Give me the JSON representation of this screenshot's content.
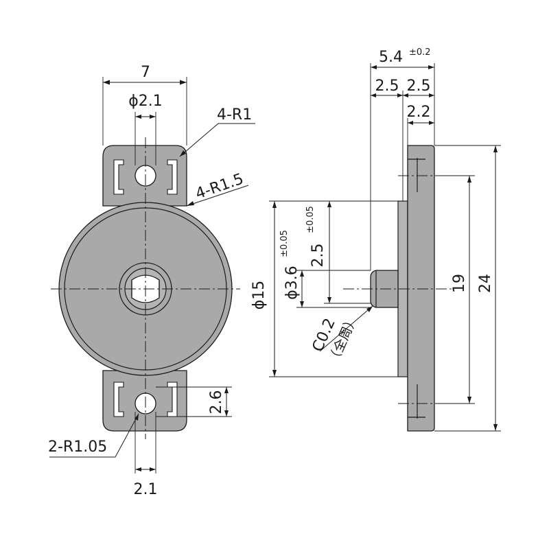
{
  "front_view": {
    "width_label": "7",
    "hole_diameter_label": "ϕ2.1",
    "corner_radius_label": "4-R1",
    "shoulder_radius_label": "4-R1.5",
    "slot_radius_label": "2-R1.05",
    "slot_width_label": "2.1",
    "slot_height_label": "2.6"
  },
  "side_view": {
    "total_thickness_label": "5.4",
    "total_thickness_tolerance": "±0.2",
    "boss_length_label": "2.5",
    "base_length_label": "2.5",
    "flange_thickness_label": "2.2",
    "disc_diameter_label": "ϕ15",
    "boss_diameter_label": "ϕ3.6",
    "boss_diameter_tolerance": "±0.05",
    "shaft_label": "2.5",
    "shaft_tolerance": "±0.05",
    "chamfer_label": "C0.2",
    "chamfer_note": "（全周）",
    "hole_pitch_label": "19",
    "total_height_label": "24"
  }
}
